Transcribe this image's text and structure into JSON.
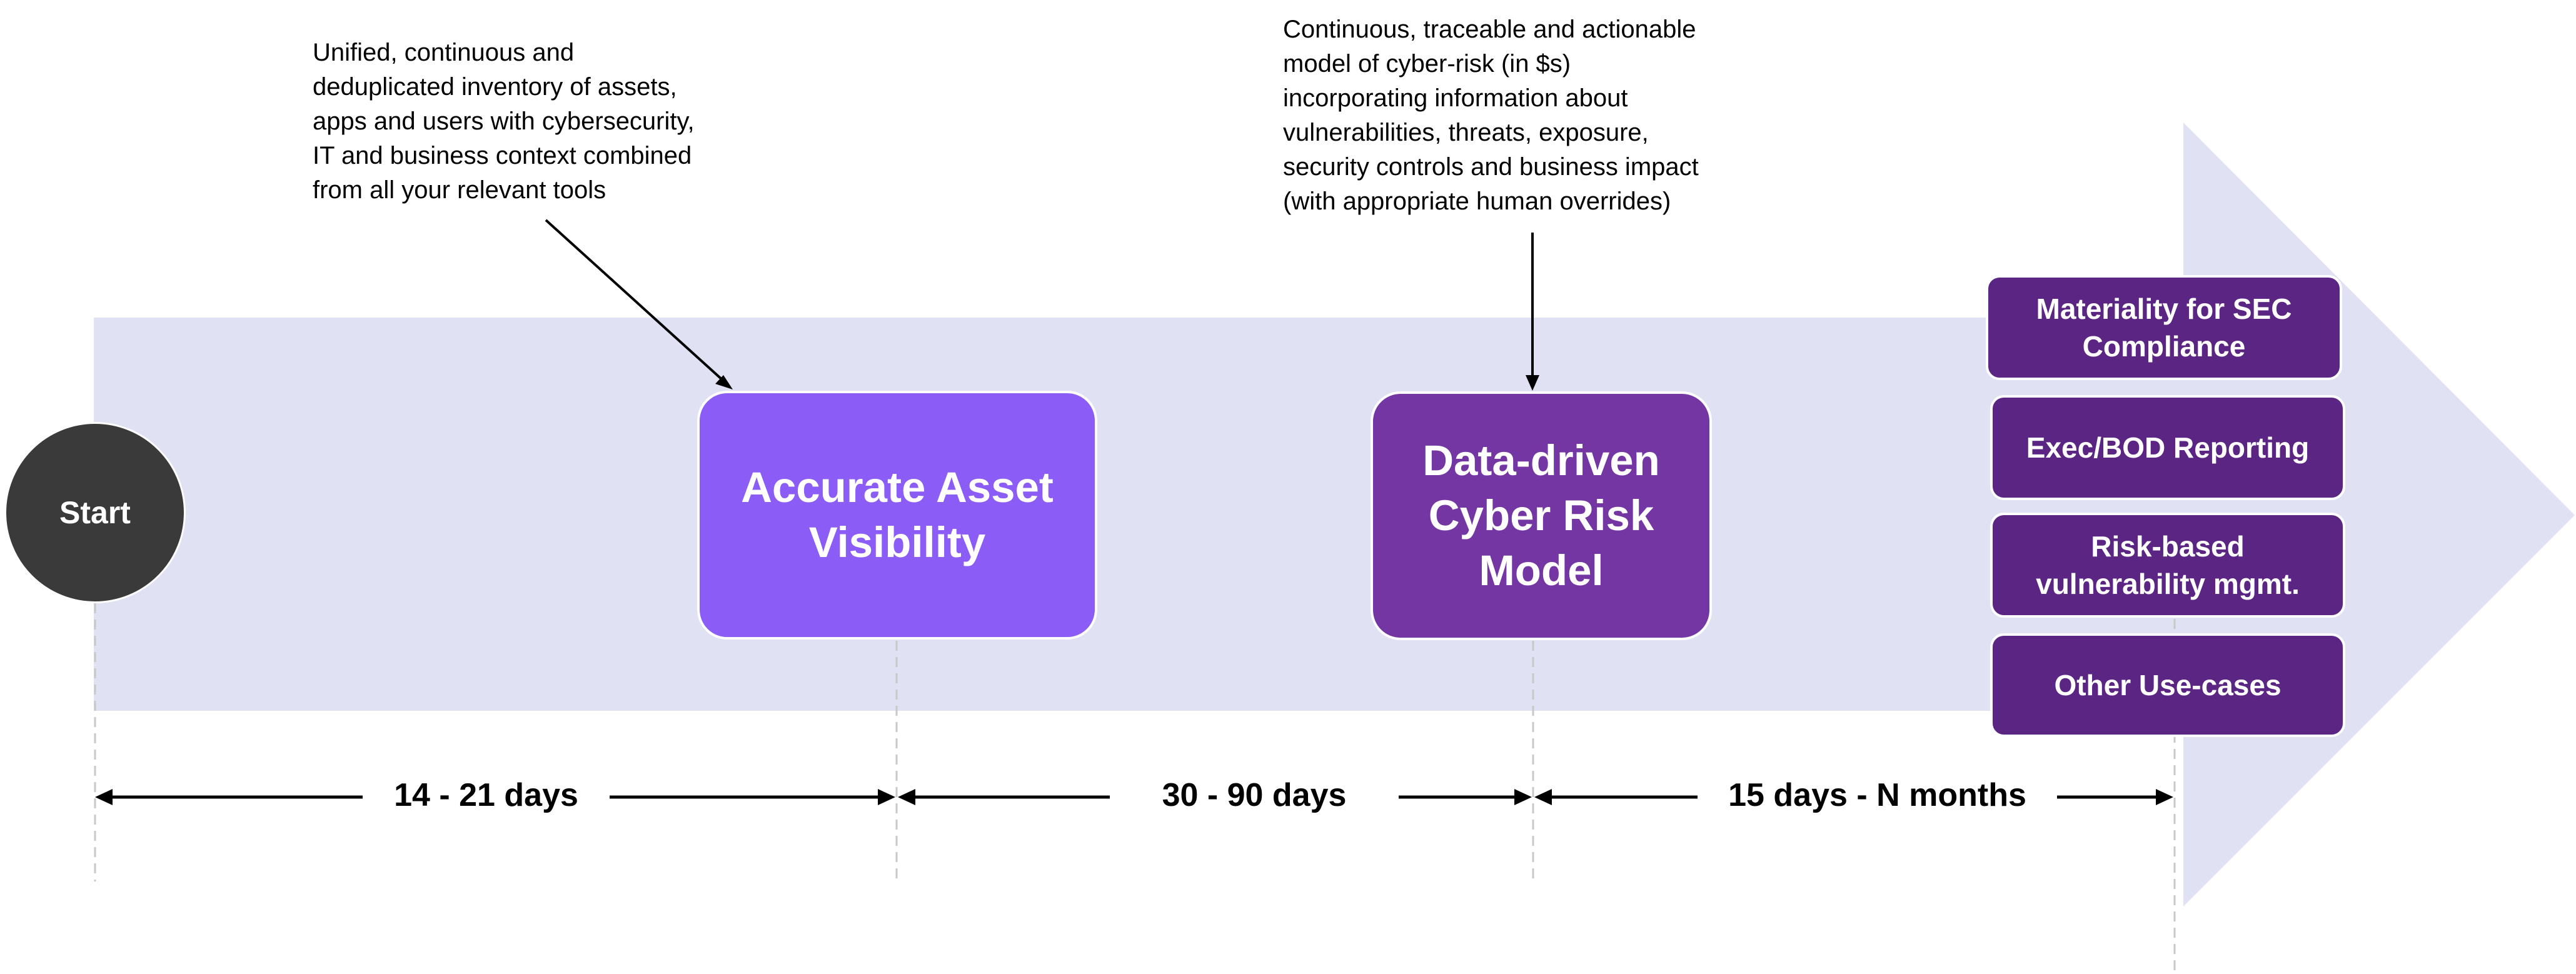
{
  "colors": {
    "band": "#e0e1f2",
    "start": "#3a3a3a",
    "asset_box": "#8b5cf6",
    "risk_box": "#7336a3",
    "use_case": "#5b2583",
    "guide_line": "#c8c8c8"
  },
  "start": {
    "label": "Start"
  },
  "stages": [
    {
      "lines": [
        "Accurate Asset",
        "Visibility"
      ]
    },
    {
      "lines": [
        "Data-driven",
        "Cyber Risk",
        "Model"
      ]
    }
  ],
  "notes": [
    {
      "lines": [
        "Unified, continuous and",
        "deduplicated inventory of assets,",
        "apps and users with cybersecurity,",
        "IT and business context combined",
        "from all your relevant tools"
      ]
    },
    {
      "lines": [
        "Continuous, traceable and actionable",
        "model of cyber-risk (in $s)",
        "incorporating information about",
        "vulnerabilities, threats, exposure,",
        "security controls and business impact",
        "(with appropriate human overrides)"
      ]
    }
  ],
  "use_cases": [
    {
      "lines": [
        "Materiality  for SEC",
        "Compliance"
      ]
    },
    {
      "lines": [
        "Exec/BOD Reporting"
      ]
    },
    {
      "lines": [
        "Risk-based",
        "vulnerability mgmt."
      ]
    },
    {
      "lines": [
        "Other Use-cases"
      ]
    }
  ],
  "durations": [
    {
      "label": "14 - 21 days"
    },
    {
      "label": "30 - 90 days"
    },
    {
      "label": "15 days - N months"
    }
  ]
}
